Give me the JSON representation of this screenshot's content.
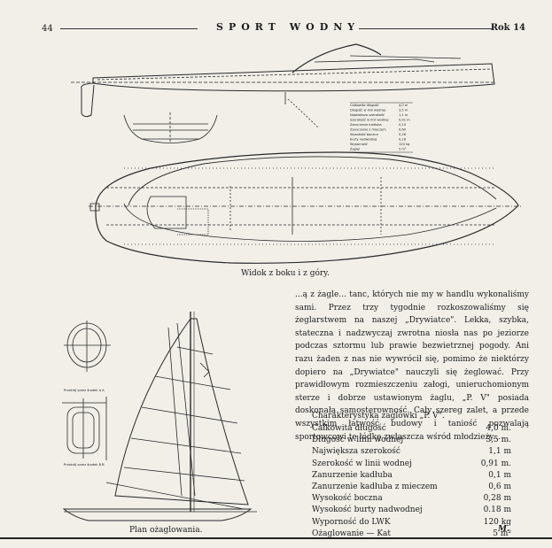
{
  "header": {
    "page_number": "44",
    "journal": "SPORT WODNY",
    "issue": "Rok 14"
  },
  "captions": {
    "side_top_view": "Widok z boku i z góry.",
    "sail_plan": "Plan ożaglowania."
  },
  "article": {
    "paragraph": "...ą z żagle... tanc, których nie my w handlu wykonaliśmy sami. Przez trzy tygodnie rozkoszowaliśmy się żeglarstwem na naszej „Drywiatce\". Lekka, szybka, stateczna i nadzwyczaj zwrotna niosła nas po jeziorze podczas sztormu lub prawie bezwietrznej pogody. Ani razu żaden z nas nie wywrócił się, pomimo że niektórzy dopiero na „Drywiatce\" nauczyli się żeglować. Przy prawidłowym rozmieszczeniu załogi, unieruchomionym sterze i dobrze ustawionym żaglu, „P. V\" posiada doskonałą samosterowność. Cały szereg zalet, a przede wszystkim łatwość budowy i taniość pozwalają sportowcowi tę łódkę zwłaszcza wśród młodzieży..."
  },
  "spec_title": "Charakterystyka żaglówki „P. V\".",
  "specs": [
    {
      "label": "Całkowita długość",
      "value": "4,0 m."
    },
    {
      "label": "Długość w linii wodnej",
      "value": "3,5 m."
    },
    {
      "label": "Największa szerokość",
      "value": "1,1 m"
    },
    {
      "label": "Szerokość w linii wodnej",
      "value": "0,91 m."
    },
    {
      "label": "Zanurzenie kadłuba",
      "value": "0,1 m"
    },
    {
      "label": "Zanurzenie kadłuba z mieczem",
      "value": "0,6 m"
    },
    {
      "label": "Wysokość boczna",
      "value": "0,28 m"
    },
    {
      "label": "Wysokość burty nadwodnej",
      "value": "0.18 m"
    },
    {
      "label": "Wyporność do LWK",
      "value": "120 kg"
    },
    {
      "label": "Ożaglowanie — Kat",
      "value": "5 m²"
    }
  ],
  "signature": "M.",
  "drawing_table": [
    {
      "label": "Całkowita długość",
      "value": "4,0 m"
    },
    {
      "label": "Długość w linii wodnej",
      "value": "3,5 m"
    },
    {
      "label": "Największa szerokość",
      "value": "1,1 m"
    },
    {
      "label": "Szerokość w linii wodnej",
      "value": "0,91 m"
    },
    {
      "label": "Zanurzenie kadłuba",
      "value": "0,10"
    },
    {
      "label": "Zanurzenie z mieczem",
      "value": "0,60"
    },
    {
      "label": "Wysokość boczna",
      "value": "0,28"
    },
    {
      "label": "burty nadwodnej",
      "value": "0,18"
    },
    {
      "label": "Wyporność",
      "value": "120 kg"
    },
    {
      "label": "Żagiel",
      "value": "5 m²"
    }
  ],
  "drawing_labels": {
    "section_a": "Przekrój przez środek A A",
    "section_b": "Przekrój przez środek B B"
  }
}
